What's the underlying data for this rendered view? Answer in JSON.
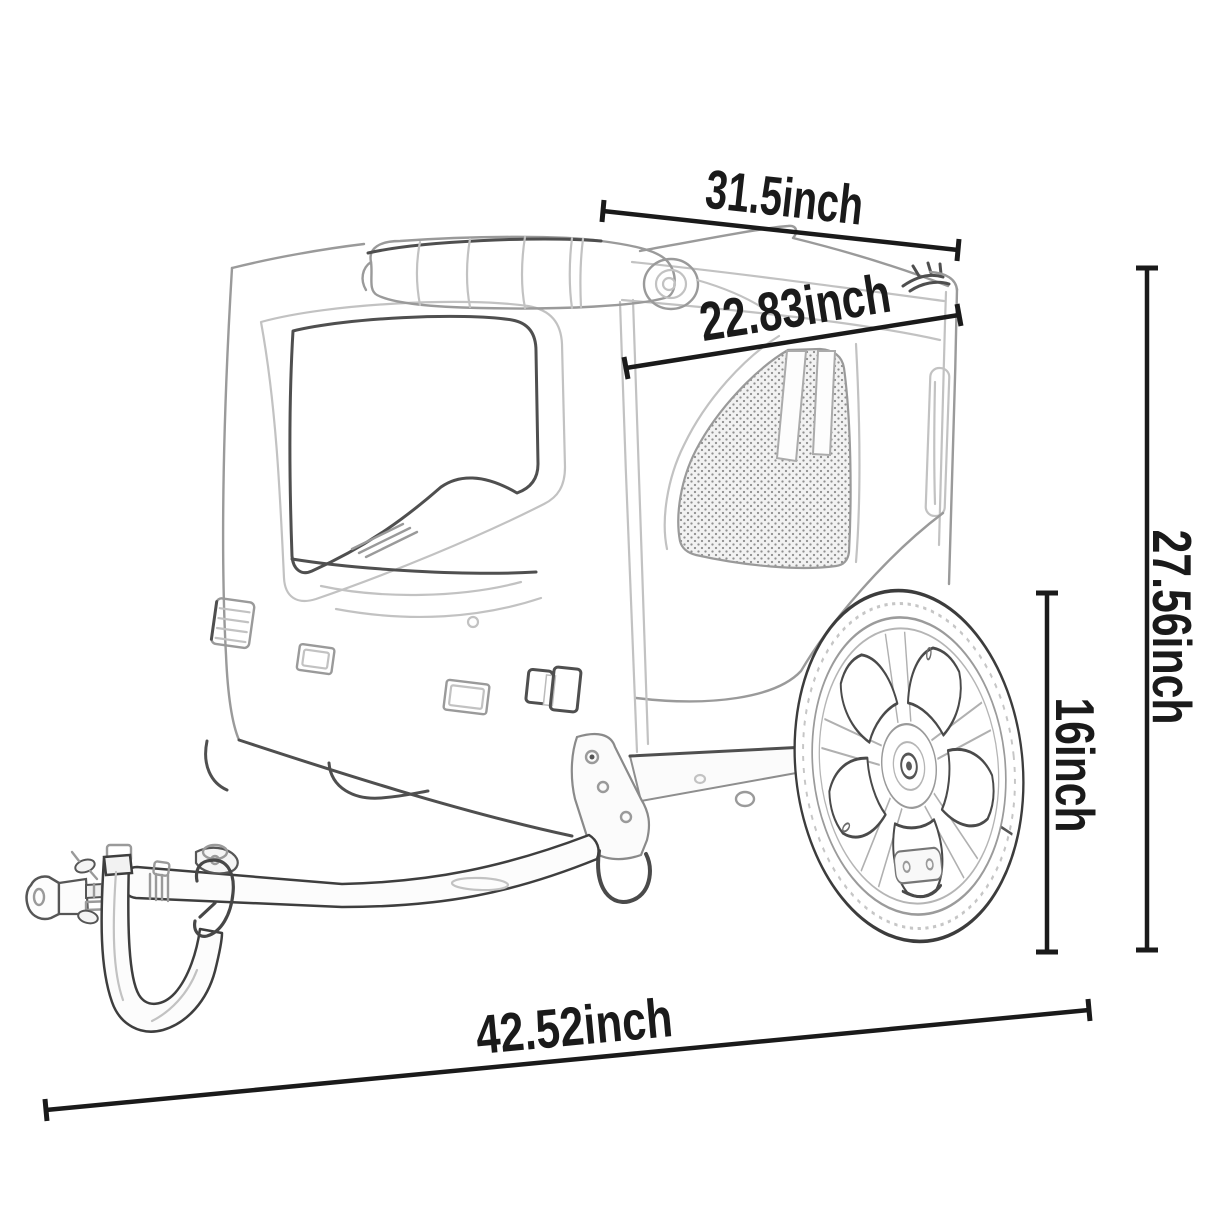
{
  "diagram": {
    "unit": "inch",
    "dimensions": {
      "top_width": {
        "label": "31.5inch",
        "value": 31.5
      },
      "inner_width": {
        "label": "22.83inch",
        "value": 22.83
      },
      "overall_height": {
        "label": "27.56inch",
        "value": 27.56
      },
      "wheel_height": {
        "label": "16inch",
        "value": 16
      },
      "overall_length": {
        "label": "42.52inch",
        "value": 42.52
      }
    },
    "colors": {
      "dimension_ink": "#1a1a1a",
      "sketch_light": "#c2c2c2",
      "sketch_mid": "#9a9a9a",
      "sketch_dark": "#4f4f4f",
      "background": "#ffffff"
    }
  }
}
